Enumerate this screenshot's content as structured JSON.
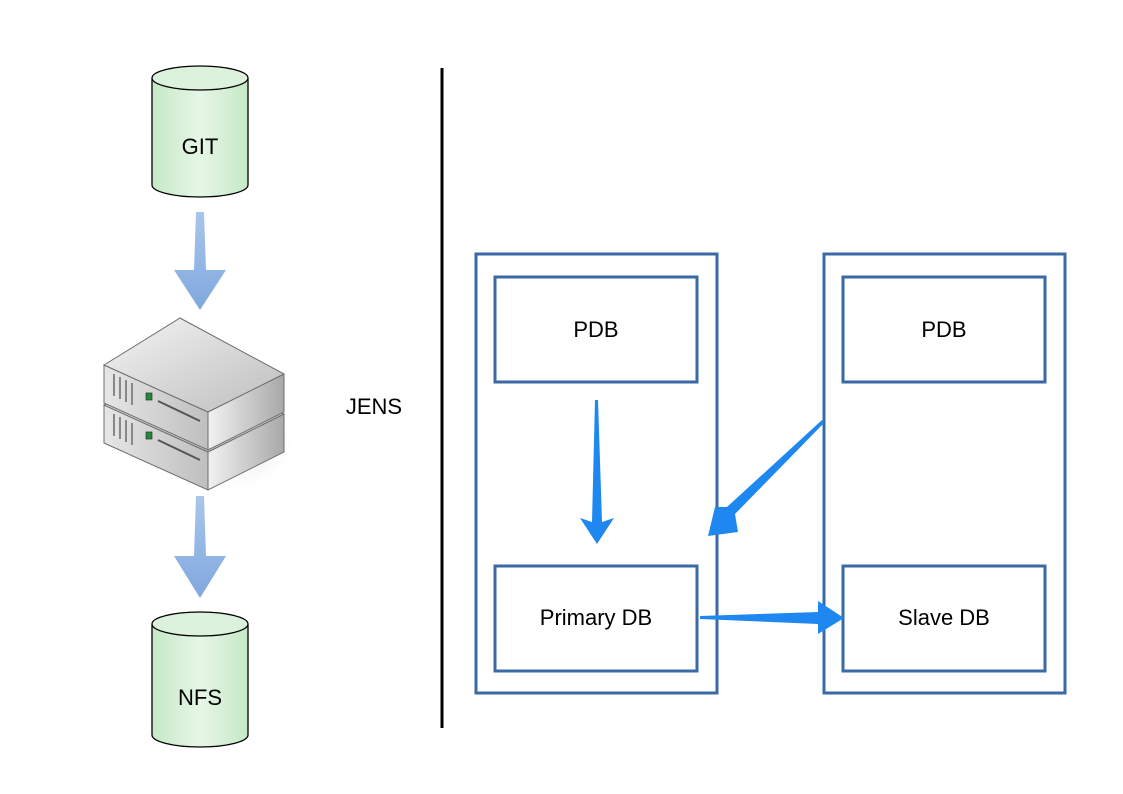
{
  "diagram": {
    "left_nodes": {
      "git": {
        "label": "GIT",
        "shape": "cylinder"
      },
      "server": {
        "label": "JENS",
        "icon": "server-stack-icon"
      },
      "nfs": {
        "label": "NFS",
        "shape": "cylinder"
      }
    },
    "right_containers": [
      {
        "name": "primary-container",
        "pdb_label": "PDB",
        "db_label": "Primary DB"
      },
      {
        "name": "standby-container",
        "pdb_label": "PDB",
        "db_label": "Slave DB"
      }
    ],
    "colors": {
      "cylinder_fill": "#d7f0d7",
      "flow_arrow": "#8eb4e3",
      "container_border": "#3a6aa6",
      "db_arrow": "#1e88f0",
      "divider": "#000000"
    }
  }
}
